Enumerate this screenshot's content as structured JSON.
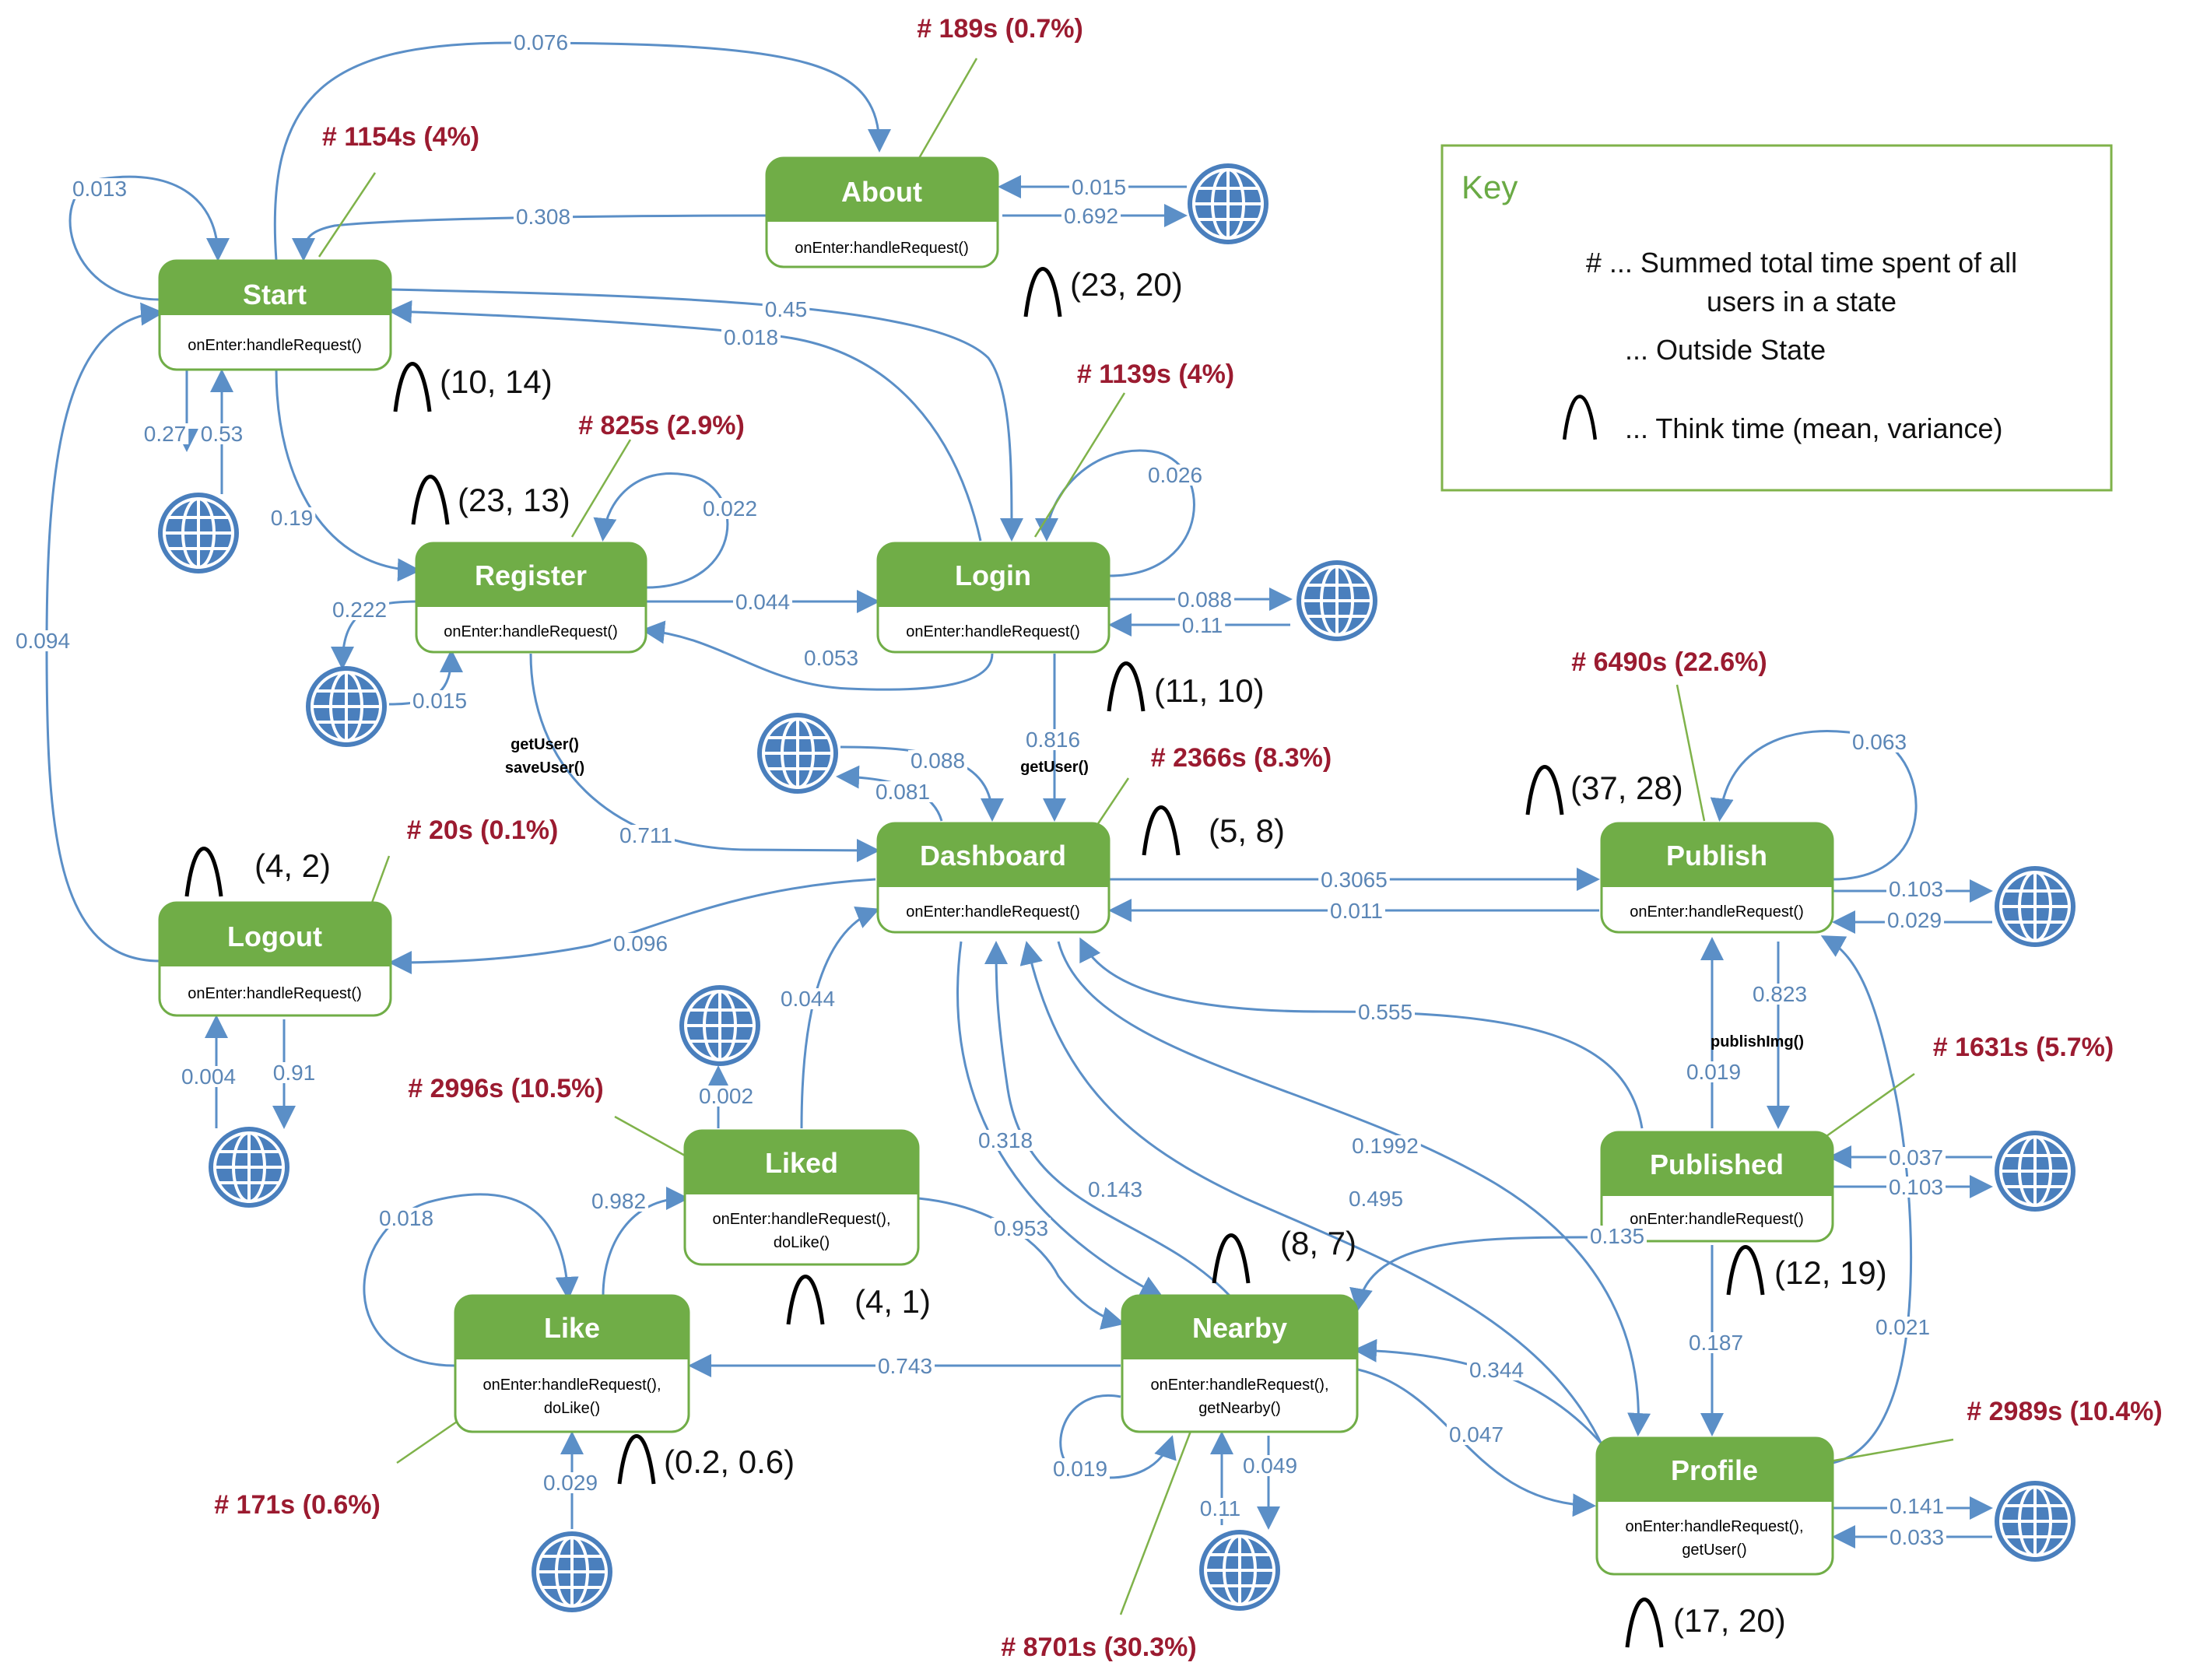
{
  "states": {
    "start": {
      "title": "Start",
      "action": "onEnter:handleRequest()",
      "time": "# 1154s (4%)",
      "think": "(10, 14)"
    },
    "about": {
      "title": "About",
      "action": "onEnter:handleRequest()",
      "time": "# 189s (0.7%)",
      "think": "(23, 20)"
    },
    "register": {
      "title": "Register",
      "action": "onEnter:handleRequest()",
      "time": "# 825s (2.9%)",
      "think": "(23, 13)"
    },
    "login": {
      "title": "Login",
      "action": "onEnter:handleRequest()",
      "time": "# 1139s (4%)",
      "think": "(11, 10)"
    },
    "dashboard": {
      "title": "Dashboard",
      "action": "onEnter:handleRequest()",
      "time": "# 2366s (8.3%)",
      "think": "(5, 8)"
    },
    "logout": {
      "title": "Logout",
      "action": "onEnter:handleRequest()",
      "time": "# 20s (0.1%)",
      "think": "(4, 2)"
    },
    "publish": {
      "title": "Publish",
      "action": "onEnter:handleRequest()",
      "time": "# 6490s (22.6%)",
      "think": "(37, 28)"
    },
    "published": {
      "title": "Published",
      "action": "onEnter:handleRequest()",
      "time": "# 1631s (5.7%)",
      "think": "(12, 19)"
    },
    "liked": {
      "title": "Liked",
      "action_line1": "onEnter:handleRequest(),",
      "action_line2": "doLike()",
      "time": "# 2996s (10.5%)",
      "think": "(4, 1)"
    },
    "like": {
      "title": "Like",
      "action_line1": "onEnter:handleRequest(),",
      "action_line2": "doLike()",
      "time": "# 171s (0.6%)",
      "think": "(0.2, 0.6)"
    },
    "nearby": {
      "title": "Nearby",
      "action_line1": "onEnter:handleRequest(),",
      "action_line2": "getNearby()",
      "time": "# 8701s (30.3%)",
      "think": "(8, 7)"
    },
    "profile": {
      "title": "Profile",
      "action_line1": "onEnter:handleRequest(),",
      "action_line2": "getUser()",
      "time": "# 2989s (10.4%)",
      "think": "(17, 20)"
    }
  },
  "edge_labels": {
    "start_about": "0.076",
    "start_self": "0.013",
    "about_start": "0.308",
    "ext_about": "0.015",
    "about_ext": "0.692",
    "start_login": "0.45",
    "login_start": "0.018",
    "start_ext": "0.27",
    "ext_start": "0.53",
    "start_register": "0.19",
    "logout_start": "0.094",
    "register_self": "0.022",
    "register_ext": "0.222",
    "ext_register": "0.015",
    "register_login": "0.044",
    "login_register": "0.053",
    "login_self": "0.026",
    "login_ext": "0.088",
    "ext_login": "0.11",
    "login_dashboard": "0.816",
    "register_dashboard": "0.711",
    "dashboard_ext": "0.081",
    "ext_dashboard": "0.088",
    "dashboard_logout": "0.096",
    "logout_ext": "0.91",
    "ext_logout": "0.004",
    "dashboard_publish": "0.3065",
    "publish_dashboard": "0.011",
    "publish_self": "0.063",
    "publish_ext": "0.103",
    "ext_publish": "0.029",
    "publish_published": "0.823",
    "published_publish": "0.019",
    "published_dashboard": "0.555",
    "ext_published": "0.037",
    "published_ext": "0.103",
    "published_nearby": "0.135",
    "published_profile": "0.187",
    "profile_publish": "0.021",
    "liked_dashboard": "0.044",
    "liked_ext": "0.002",
    "liked_nearby": "0.953",
    "like_liked": "0.982",
    "like_self": "0.018",
    "ext_like": "0.029",
    "dashboard_nearby": "0.318",
    "nearby_dashboard": "0.143",
    "dashboard_profile": "0.1992",
    "profile_dashboard": "0.495",
    "nearby_like": "0.743",
    "nearby_self": "0.019",
    "ext_nearby": "0.11",
    "nearby_ext": "0.049",
    "profile_nearby": "0.344",
    "nearby_profile": "0.047",
    "profile_ext": "0.141",
    "ext_profile": "0.033"
  },
  "actions": {
    "register_dashboard_1": "getUser()",
    "register_dashboard_2": "saveUser()",
    "login_dashboard": "getUser()",
    "publish_published": "publishImg()"
  },
  "key": {
    "title": "Key",
    "line1": "# ... Summed total time spent of all",
    "line2": "users in a state",
    "line3": "... Outside State",
    "line4": "... Think time (mean, variance)"
  },
  "colors": {
    "state_fill": "#70ad47",
    "arrow": "#5b8fc7",
    "stat_text": "#9b1b30",
    "leader_line": "#7fb24a",
    "globe": "#4a7fbd"
  }
}
